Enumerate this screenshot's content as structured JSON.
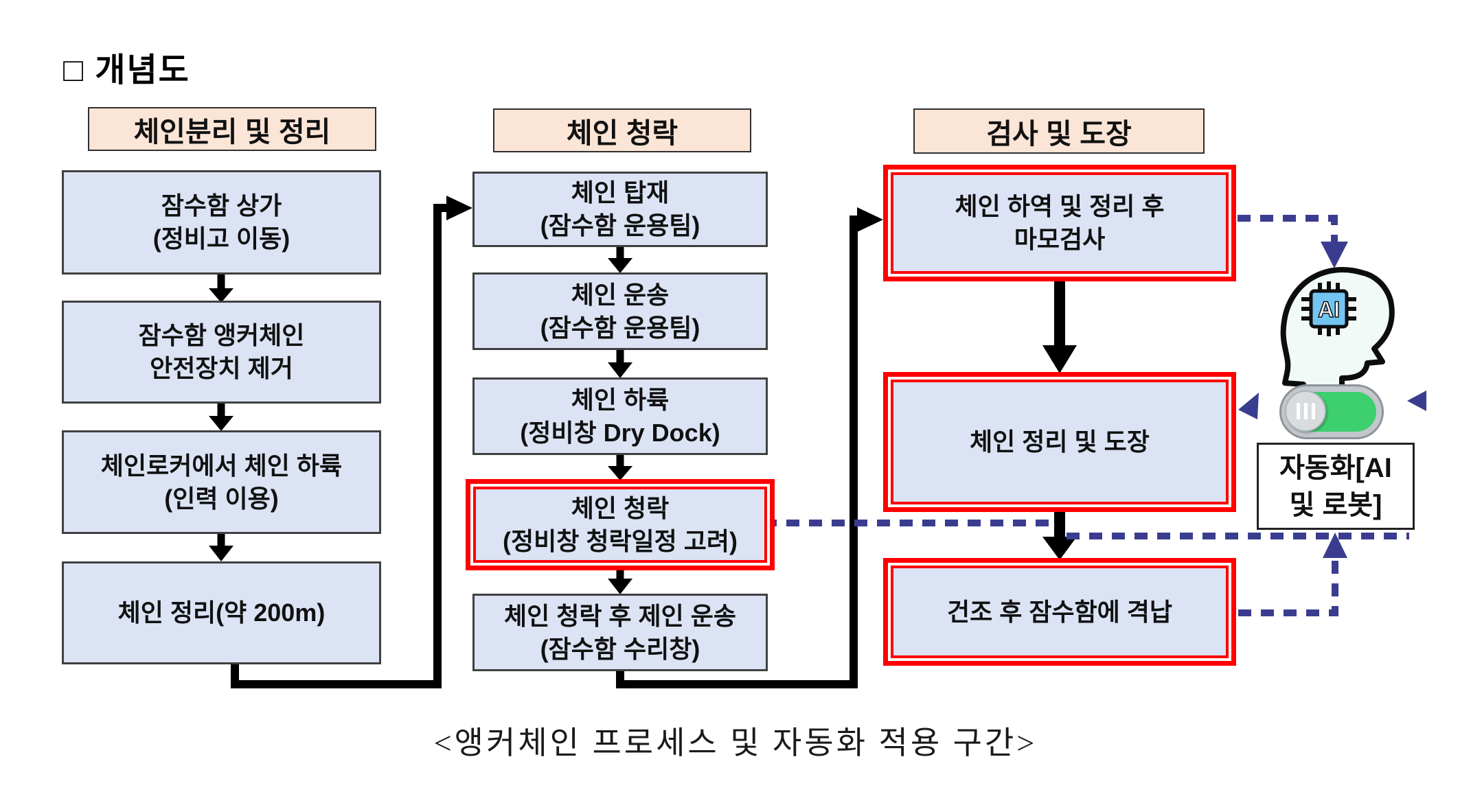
{
  "title": "□ 개념도",
  "caption": "<앵커체인 프로세스 및 자동화 적용 구간>",
  "automation": {
    "label_line1": "자동화[AI",
    "label_line2": "및 로봇]",
    "chip_text": "AI"
  },
  "columns": [
    {
      "header": "체인분리 및 정리",
      "boxes": [
        {
          "lines": [
            "잠수함 상가",
            "(정비고 이동)"
          ],
          "highlighted": false
        },
        {
          "lines": [
            "잠수함 앵커체인",
            "안전장치 제거"
          ],
          "highlighted": false
        },
        {
          "lines": [
            "체인로커에서 체인 하륙",
            "(인력 이용)"
          ],
          "highlighted": false
        },
        {
          "lines": [
            "체인 정리(약 200m)"
          ],
          "highlighted": false
        }
      ]
    },
    {
      "header": "체인 청락",
      "boxes": [
        {
          "lines": [
            "체인 탑재",
            "(잠수함 운용팀)"
          ],
          "highlighted": false
        },
        {
          "lines": [
            "체인 운송",
            "(잠수함 운용팀)"
          ],
          "highlighted": false
        },
        {
          "lines": [
            "체인 하륙",
            "(정비창 Dry Dock)"
          ],
          "highlighted": false
        },
        {
          "lines": [
            "체인 청락",
            "(정비창 청락일정 고려)"
          ],
          "highlighted": true
        },
        {
          "lines": [
            "체인 청락 후 제인 운송",
            "(잠수함 수리창)"
          ],
          "highlighted": false
        }
      ]
    },
    {
      "header": "검사 및 도장",
      "boxes": [
        {
          "lines": [
            "체인 하역 및 정리 후",
            "마모검사"
          ],
          "highlighted": true
        },
        {
          "lines": [
            "체인 정리 및 도장"
          ],
          "highlighted": true
        },
        {
          "lines": [
            "건조 후 잠수함에 격납"
          ],
          "highlighted": true
        }
      ]
    }
  ],
  "colors": {
    "box_fill": "#dbe3f4",
    "header_fill": "#fbe5d6",
    "highlight_border": "#ff0000",
    "flow_line": "#000000",
    "automation_line": "#3a3d8f",
    "toggle_green": "#3ecf6e",
    "toggle_gray": "#c2c7cb",
    "chip_blue": "#74c4f2"
  }
}
